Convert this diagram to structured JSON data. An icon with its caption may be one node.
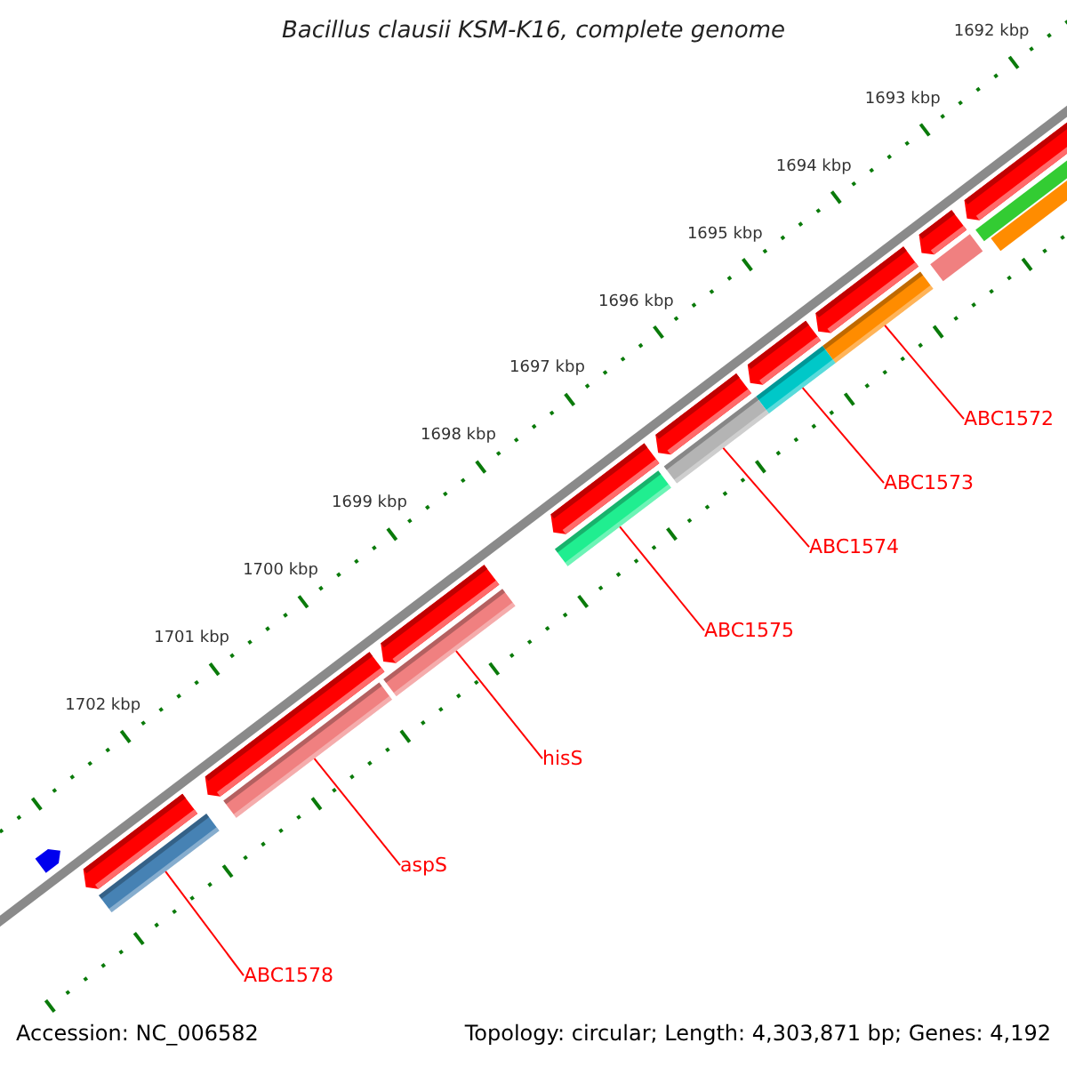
{
  "diagram": {
    "title": "Bacillus clausii KSM-K16, complete genome",
    "nodes": [
      {
        "text": [
          "ABC1572"
        ]
      },
      {
        "text": [
          "ABC1573"
        ]
      },
      {
        "text": [
          "ABC1574"
        ]
      },
      {
        "text": [
          "ABC1575"
        ]
      },
      {
        "text": [
          "hisS"
        ]
      },
      {
        "text": [
          "aspS"
        ]
      },
      {
        "text": [
          "ABC1578"
        ]
      },
      {
        "text": [],
        "shape": "bar"
      },
      {
        "text": [],
        "shape": "bar"
      },
      {
        "text": [],
        "shape": "bar"
      },
      {
        "text": [],
        "shape": "bar"
      },
      {
        "text": [],
        "shape": "bar"
      },
      {
        "text": [],
        "shape": "bar"
      },
      {
        "text": [],
        "shape": "bar"
      }
    ],
    "edges": [
      {
        "from": 0,
        "to": 7,
        "arrow": "none"
      },
      {
        "from": 1,
        "to": 8,
        "arrow": "none"
      },
      {
        "from": 2,
        "to": 9,
        "arrow": "none"
      },
      {
        "from": 3,
        "to": 10,
        "arrow": "none"
      },
      {
        "from": 4,
        "to": 11,
        "arrow": "none"
      },
      {
        "from": 5,
        "to": 12,
        "arrow": "none"
      },
      {
        "from": 6,
        "to": 13,
        "arrow": "none"
      }
    ],
    "labels": [
      "1692 kbp",
      "1693 kbp",
      "1694 kbp",
      "1695 kbp",
      "1696 kbp",
      "1697 kbp",
      "1698 kbp",
      "1699 kbp",
      "1700 kbp",
      "1701 kbp",
      "1702 kbp",
      "Accession: NC_006582",
      "Topology: circular; Length: 4,303,871 bp; Genes: 4,192"
    ]
  }
}
